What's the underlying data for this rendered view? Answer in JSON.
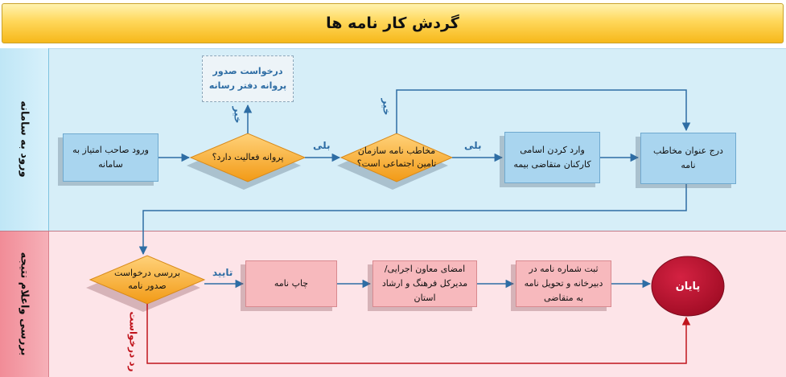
{
  "title": "گردش کار نامه ها",
  "lanes": {
    "top": "ورود به سامانه",
    "bottom": "بررسی واعلام نتیجه"
  },
  "nodes": {
    "login": "ورود صاحب امتیاز به سامانه",
    "has_license": "پروانه فعالیت دارد؟",
    "request_license": "درخواست صدور پروانه دفتر رسانه",
    "is_ssi": "مخاطب نامه سازمان تامین اجتماعی است؟",
    "enter_staff": "وارد کردن اسامی کارکنان متقاضی بیمه",
    "recipient_title": "درج عنوان مخاطب نامه",
    "review_request": "بررسی درخواست صدور نامه",
    "print_letter": "چاپ نامه",
    "signature": "امضای معاون اجرایی/ مدیرکل فرهنگ و ارشاد استان",
    "register_deliver": "ثبت شماره نامه در دبیرخانه و تحویل نامه به متقاضی",
    "end": "پایان"
  },
  "edges": {
    "no_license": "خیر",
    "yes_license": "بلی",
    "no_ssi": "خیر",
    "yes_ssi": "بلی",
    "approve": "تایید",
    "reject": "رد درخواست"
  },
  "colors": {
    "flow_blue": "#2e6da4",
    "reject_red": "#c0141c",
    "decision_orange": "#f5a623",
    "end_circle": "#b0102a"
  }
}
